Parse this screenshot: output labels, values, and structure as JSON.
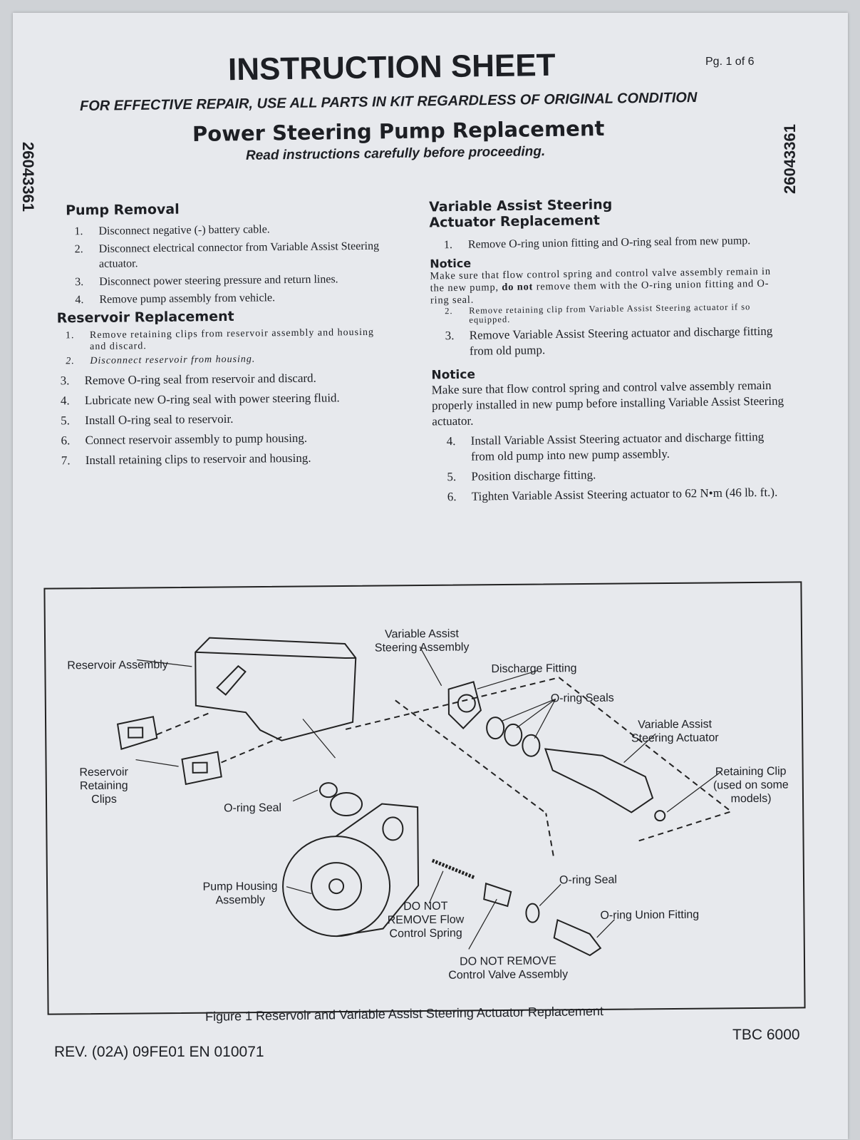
{
  "header": {
    "title": "INSTRUCTION SHEET",
    "page": "Pg. 1 of 6",
    "notice_line": "FOR EFFECTIVE REPAIR, USE ALL PARTS IN KIT REGARDLESS OF ORIGINAL CONDITION",
    "subtitle": "Power Steering Pump Replacement",
    "read_note": "Read instructions carefully before proceeding.",
    "part_number": "26043361"
  },
  "pump_removal": {
    "heading": "Pump Removal",
    "steps": [
      {
        "n": "1.",
        "text": "Disconnect negative (-) battery cable."
      },
      {
        "n": "2.",
        "text": "Disconnect electrical connector from Variable Assist Steering actuator."
      },
      {
        "n": "3.",
        "text": "Disconnect power steering pressure and return lines."
      },
      {
        "n": "4.",
        "text": "Remove pump assembly from vehicle."
      }
    ]
  },
  "reservoir": {
    "heading": "Reservoir Replacement",
    "steps": [
      {
        "n": "1.",
        "text": "Remove retaining clips from reservoir assembly and housing and discard."
      },
      {
        "n": "2.",
        "text": "Disconnect reservoir from housing."
      },
      {
        "n": "3.",
        "text": "Remove O-ring seal from reservoir and discard."
      },
      {
        "n": "4.",
        "text": "Lubricate new O-ring seal with power steering fluid."
      },
      {
        "n": "5.",
        "text": "Install O-ring seal to reservoir."
      },
      {
        "n": "6.",
        "text": "Connect reservoir assembly to pump housing."
      },
      {
        "n": "7.",
        "text": "Install retaining clips to reservoir and housing."
      }
    ]
  },
  "actuator": {
    "heading_1": "Variable Assist Steering",
    "heading_2": "Actuator Replacement",
    "step1": {
      "n": "1.",
      "text": "Remove O-ring union fitting and O-ring seal from new pump."
    },
    "notice1": {
      "heading": "Notice",
      "text_a": "Make sure that flow control spring and control valve assembly remain in the new pump, ",
      "bold": "do not",
      "text_b": " remove them with the O-ring union fitting and O-ring seal."
    },
    "step2": {
      "n": "2.",
      "text": "Remove retaining clip from Variable Assist Steering actuator if so equipped."
    },
    "step3": {
      "n": "3.",
      "text": "Remove Variable Assist Steering actuator and discharge fitting from old pump."
    },
    "notice2": {
      "heading": "Notice",
      "text": "Make sure that flow control spring and control valve assembly remain properly installed in new pump before installing Variable Assist Steering actuator."
    },
    "steps_after": [
      {
        "n": "4.",
        "text": "Install Variable Assist Steering actuator and discharge fitting from old pump into new pump assembly."
      },
      {
        "n": "5.",
        "text": "Position discharge fitting."
      },
      {
        "n": "6.",
        "text": "Tighten Variable Assist Steering actuator to 62 N•m (46 lb. ft.)."
      }
    ]
  },
  "figure": {
    "labels": {
      "reservoir_assembly": "Reservoir Assembly",
      "vas_assembly": "Variable Assist Steering Assembly",
      "discharge_fitting": "Discharge Fitting",
      "oring_seals": "O-ring Seals",
      "vas_actuator": "Variable Assist Steering Actuator",
      "retaining_clip": "Retaining Clip (used on some models)",
      "reservoir_clips": "Reservoir Retaining Clips",
      "oring_seal_top": "O-ring Seal",
      "pump_housing": "Pump Housing Assembly",
      "flow_spring": "DO NOT REMOVE Flow Control Spring",
      "oring_seal_bottom": "O-ring Seal",
      "union_fitting": "O-ring Union Fitting",
      "control_valve_1": "DO NOT REMOVE",
      "control_valve_2": "Control Valve Assembly"
    },
    "caption": "Figure 1 Reservoir and Variable Assist Steering Actuator Replacement"
  },
  "footer": {
    "code": "TBC 6000",
    "revision": "REV. (02A) 09FE01 EN 010071"
  }
}
